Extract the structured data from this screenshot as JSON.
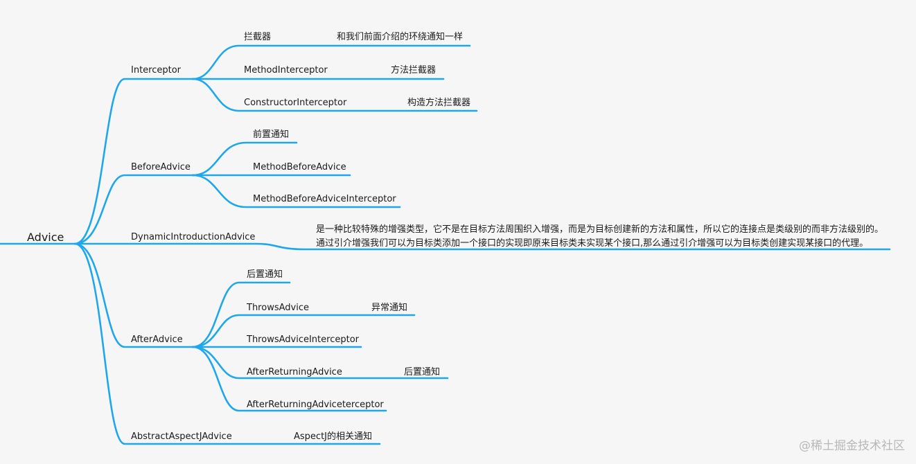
{
  "root": "Advice",
  "branches": {
    "interceptor": {
      "label": "Interceptor",
      "children": [
        {
          "label": "拦截器",
          "note": "和我们前面介绍的环绕通知一样"
        },
        {
          "label": "MethodInterceptor",
          "note": "方法拦截器"
        },
        {
          "label": "ConstructorInterceptor",
          "note": "构造方法拦截器"
        }
      ]
    },
    "before": {
      "label": "BeforeAdvice",
      "children": [
        {
          "label": "前置通知"
        },
        {
          "label": "MethodBeforeAdvice"
        },
        {
          "label": "MethodBeforeAdviceInterceptor"
        }
      ]
    },
    "dynamic": {
      "label": "DynamicIntroductionAdvice",
      "desc1": "是一种比较特殊的增强类型，它不是在目标方法周围织入增强，而是为目标创建新的方法和属性，所以它的连接点是类级别的而非方法级别的。",
      "desc2": "通过引介增强我们可以为目标类添加一个接口的实现即原来目标类未实现某个接口,那么通过引介增强可以为目标类创建实现某接口的代理。"
    },
    "after": {
      "label": "AfterAdvice",
      "children": [
        {
          "label": "后置通知"
        },
        {
          "label": "ThrowsAdvice",
          "note": "异常通知"
        },
        {
          "label": "ThrowsAdviceInterceptor"
        },
        {
          "label": "AfterReturningAdvice",
          "note": "后置通知"
        },
        {
          "label": "AfterReturningAdviceterceptor"
        }
      ]
    },
    "aspectj": {
      "label": "AbstractAspectJAdvice",
      "note": "AspectJ的相关通知"
    }
  },
  "watermark": "@稀土掘金技术社区",
  "colors": {
    "line": "#1ea7ea",
    "background": "#f6f6f7",
    "text": "#1a1a1a"
  }
}
